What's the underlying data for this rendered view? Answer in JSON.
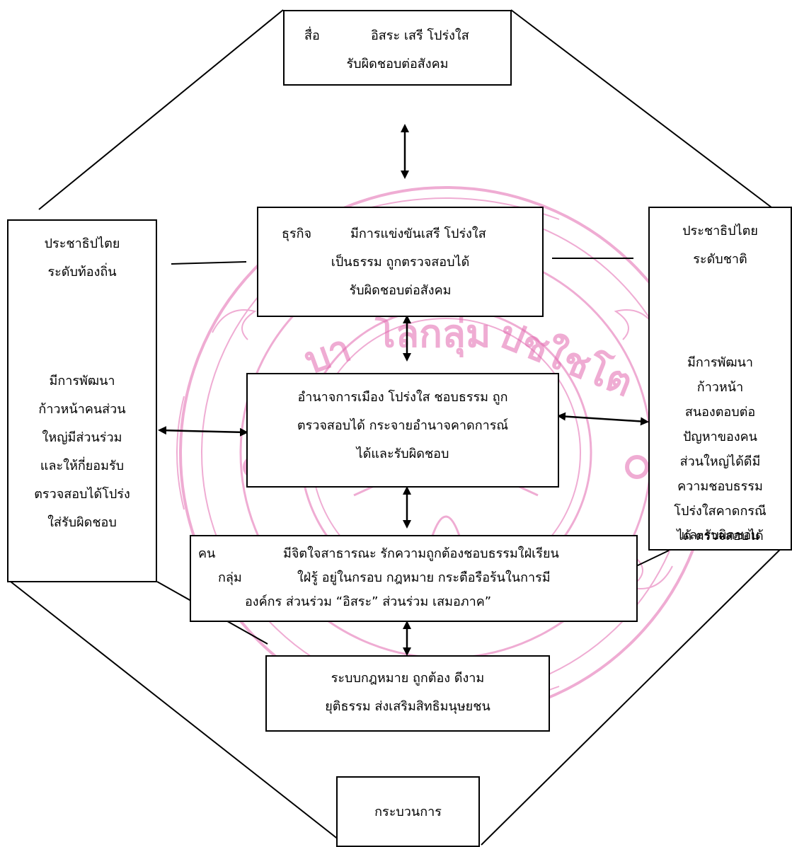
{
  "diagram": {
    "media": {
      "label": "สื่อ",
      "line1": "อิสระ เสรี โปร่งใส",
      "line2": "รับผิดชอบต่อสังคม"
    },
    "business": {
      "label": "ธุรกิจ",
      "line1": "มีการแข่งขันเสรี โปร่งใส",
      "line2": "เป็นธรรม ถูกตรวจสอบได้",
      "line3": "รับผิดชอบต่อสังคม"
    },
    "politics": {
      "line1": "อำนาจการเมือง โปร่งใส ชอบธรรม ถูก",
      "line2": "ตรวจสอบได้ กระจายอำนาจคาดการณ์",
      "line3": "ได้และรับผิดชอบ"
    },
    "people": {
      "label1": "คน",
      "label2": "กลุ่ม",
      "line1": "มีจิตใจสาธารณะ รักความถูกต้องชอบธรรมใฝ่เรียน",
      "line2": "ใฝ่รู้ อยู่ในกรอบ กฎหมาย กระตือรือร้นในการมี",
      "line3": "องค์กร ส่วนร่วม “อิสระ” ส่วนร่วม เสมอภาค”"
    },
    "law": {
      "line1": "ระบบกฎหมาย ถูกต้อง ดีงาม",
      "line2": "ยุติธรรม ส่งเสริมสิทธิมนุษยชน"
    },
    "process": {
      "label": "กระบวนการ"
    },
    "local": {
      "title1": "ประชาธิปไตย",
      "title2": "ระดับท้องถิ่น",
      "body": [
        "มีการพัฒนา",
        "ก้าวหน้าคนส่วน",
        "ใหญ่มีส่วนร่วม",
        "และให้กี่ยอมรับ",
        "ตรวจสอบได้โปร่ง",
        "ใส่รับผิดชอบ"
      ]
    },
    "national": {
      "title1": "ประชาธิปไตย",
      "title2": "ระดับชาติ",
      "body": [
        "มีการพัฒนา",
        "ก้าวหน้า",
        "สนองตอบต่อ",
        "ปัญหาของคน",
        "ส่วนใหญ่ได้ดีมี",
        "ความชอบธรรม",
        "โปร่งใสคาดกรณี",
        "ได้ ตรวจสอบได้",
        "และรับผิดชอบ"
      ]
    },
    "watermark": {
      "text1": "โลกลุ่ม",
      "text2": "ปชใชโต",
      "text3": "บา",
      "color": "#e36ab0"
    }
  }
}
